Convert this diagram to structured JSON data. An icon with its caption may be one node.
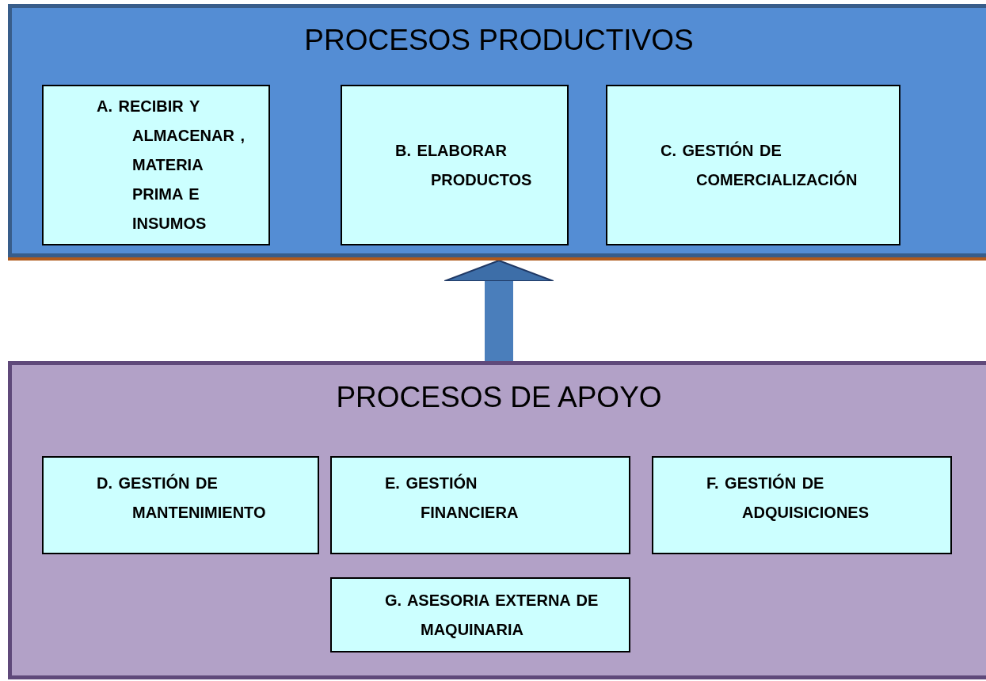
{
  "diagram": {
    "nodes": [
      {
        "text": [
          "PROCESOS PRODUCTIVOS"
        ]
      },
      {
        "text": [
          "A. RECIBIR Y ALMACENAR , MATERIA PRIMA E INSUMOS"
        ],
        "in": 0
      },
      {
        "text": [
          "B. ELABORAR PRODUCTOS"
        ],
        "in": 0
      },
      {
        "text": [
          "C. GESTIÓN DE COMERCIALIZACIÓN"
        ],
        "in": 0
      },
      {
        "text": [
          "PROCESOS DE APOYO"
        ]
      },
      {
        "text": [
          "D. GESTIÓN DE MANTENIMIENTO"
        ],
        "in": 4
      },
      {
        "text": [
          "E. GESTIÓN FINANCIERA"
        ],
        "in": 4
      },
      {
        "text": [
          "F. GESTIÓN DE ADQUISICIONES"
        ],
        "in": 4
      },
      {
        "text": [
          "G. ASESORIA EXTERNA DE MAQUINARIA"
        ],
        "in": 4
      }
    ],
    "edges": [
      {
        "from": 4,
        "to": 0,
        "arrow": "to"
      }
    ]
  }
}
